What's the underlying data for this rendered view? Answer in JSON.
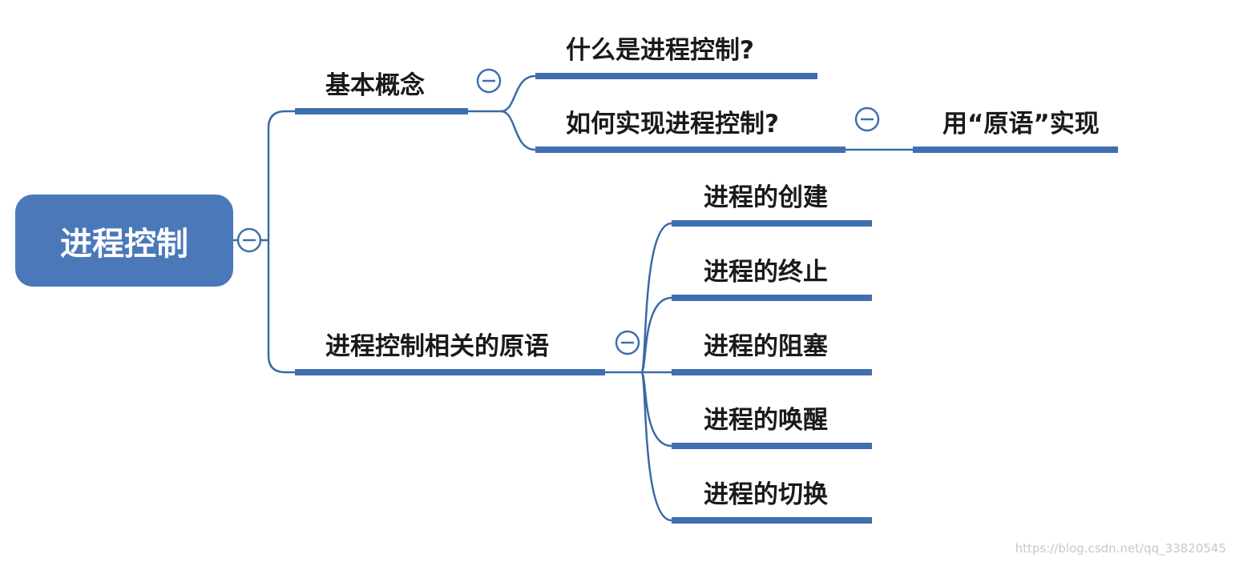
{
  "colors": {
    "root_fill": "#4a78b9",
    "line": "#3f6fae",
    "text": "#1a1a1a"
  },
  "root": {
    "label": "进程控制"
  },
  "branches": {
    "concepts": {
      "label": "基本概念",
      "children": {
        "what": {
          "label": "什么是进程控制?"
        },
        "how": {
          "label": "如何实现进程控制?",
          "child": {
            "label": "用“原语”实现"
          }
        }
      }
    },
    "primitives": {
      "label": "进程控制相关的原语",
      "children": [
        {
          "label": "进程的创建"
        },
        {
          "label": "进程的终止"
        },
        {
          "label": "进程的阻塞"
        },
        {
          "label": "进程的唤醒"
        },
        {
          "label": "进程的切换"
        }
      ]
    }
  },
  "watermark": "https://blog.csdn.net/qq_33820545"
}
